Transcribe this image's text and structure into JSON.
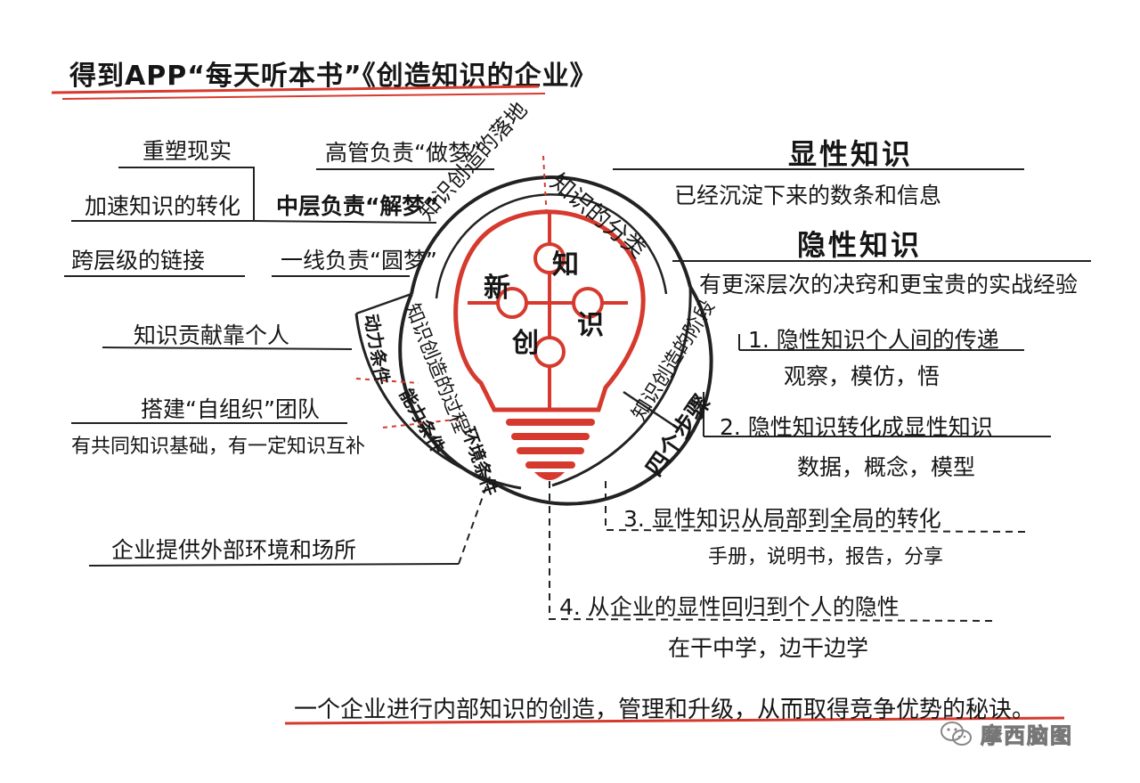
{
  "title": "得到APP“每天听本书”《创造知识的企业》",
  "bulb": {
    "chars": [
      "新",
      "知",
      "创",
      "识"
    ]
  },
  "ring": {
    "landing": "知识创造的落地",
    "classification": "知识的分类",
    "process": "知识创造的过程",
    "stages": "知识创造的阶段",
    "four_steps": "四个步骤",
    "cond_motivation": "动力条件",
    "cond_ability": "能力条件",
    "cond_environment": "环境条件"
  },
  "left": {
    "reshape": "重塑现实",
    "accelerate": "加速知识的转化",
    "cross_level": "跨层级的链接",
    "senior": "高管负责“做梦”",
    "middle": "中层负责“解梦”",
    "frontline": "一线负责“圆梦”",
    "contribution": "知识贡献靠个人",
    "team": "搭建“自组织”团队",
    "team_basis": "有共同知识基础，有一定知识互补",
    "enterprise": "企业提供外部环境和场所"
  },
  "right": {
    "explicit_title": "显性知识",
    "explicit_desc": "已经沉淀下来的数条和信息",
    "tacit_title": "隐性知识",
    "tacit_desc": "有更深层次的决窍和更宝贵的实战经验",
    "step1": "1. 隐性知识个人间的传递",
    "step1_sub": "观察，模仿，悟",
    "step2": "2. 隐性知识转化成显性知识",
    "step2_sub": "数据，概念，模型",
    "step3": "3. 显性知识从局部到全局的转化",
    "step3_sub": "手册，说明书，报告，分享",
    "step4": "4. 从企业的显性回归到个人的隐性",
    "step4_sub": "在干中学，边干边学"
  },
  "bottom": "一个企业进行内部知识的创造，管理和升级，从而取得竞争优势的秘诀。",
  "watermark": {
    "icon": "wechat-icon",
    "text": "摩西脑图"
  },
  "colors": {
    "accent": "#d63a2e",
    "ink": "#161616"
  }
}
